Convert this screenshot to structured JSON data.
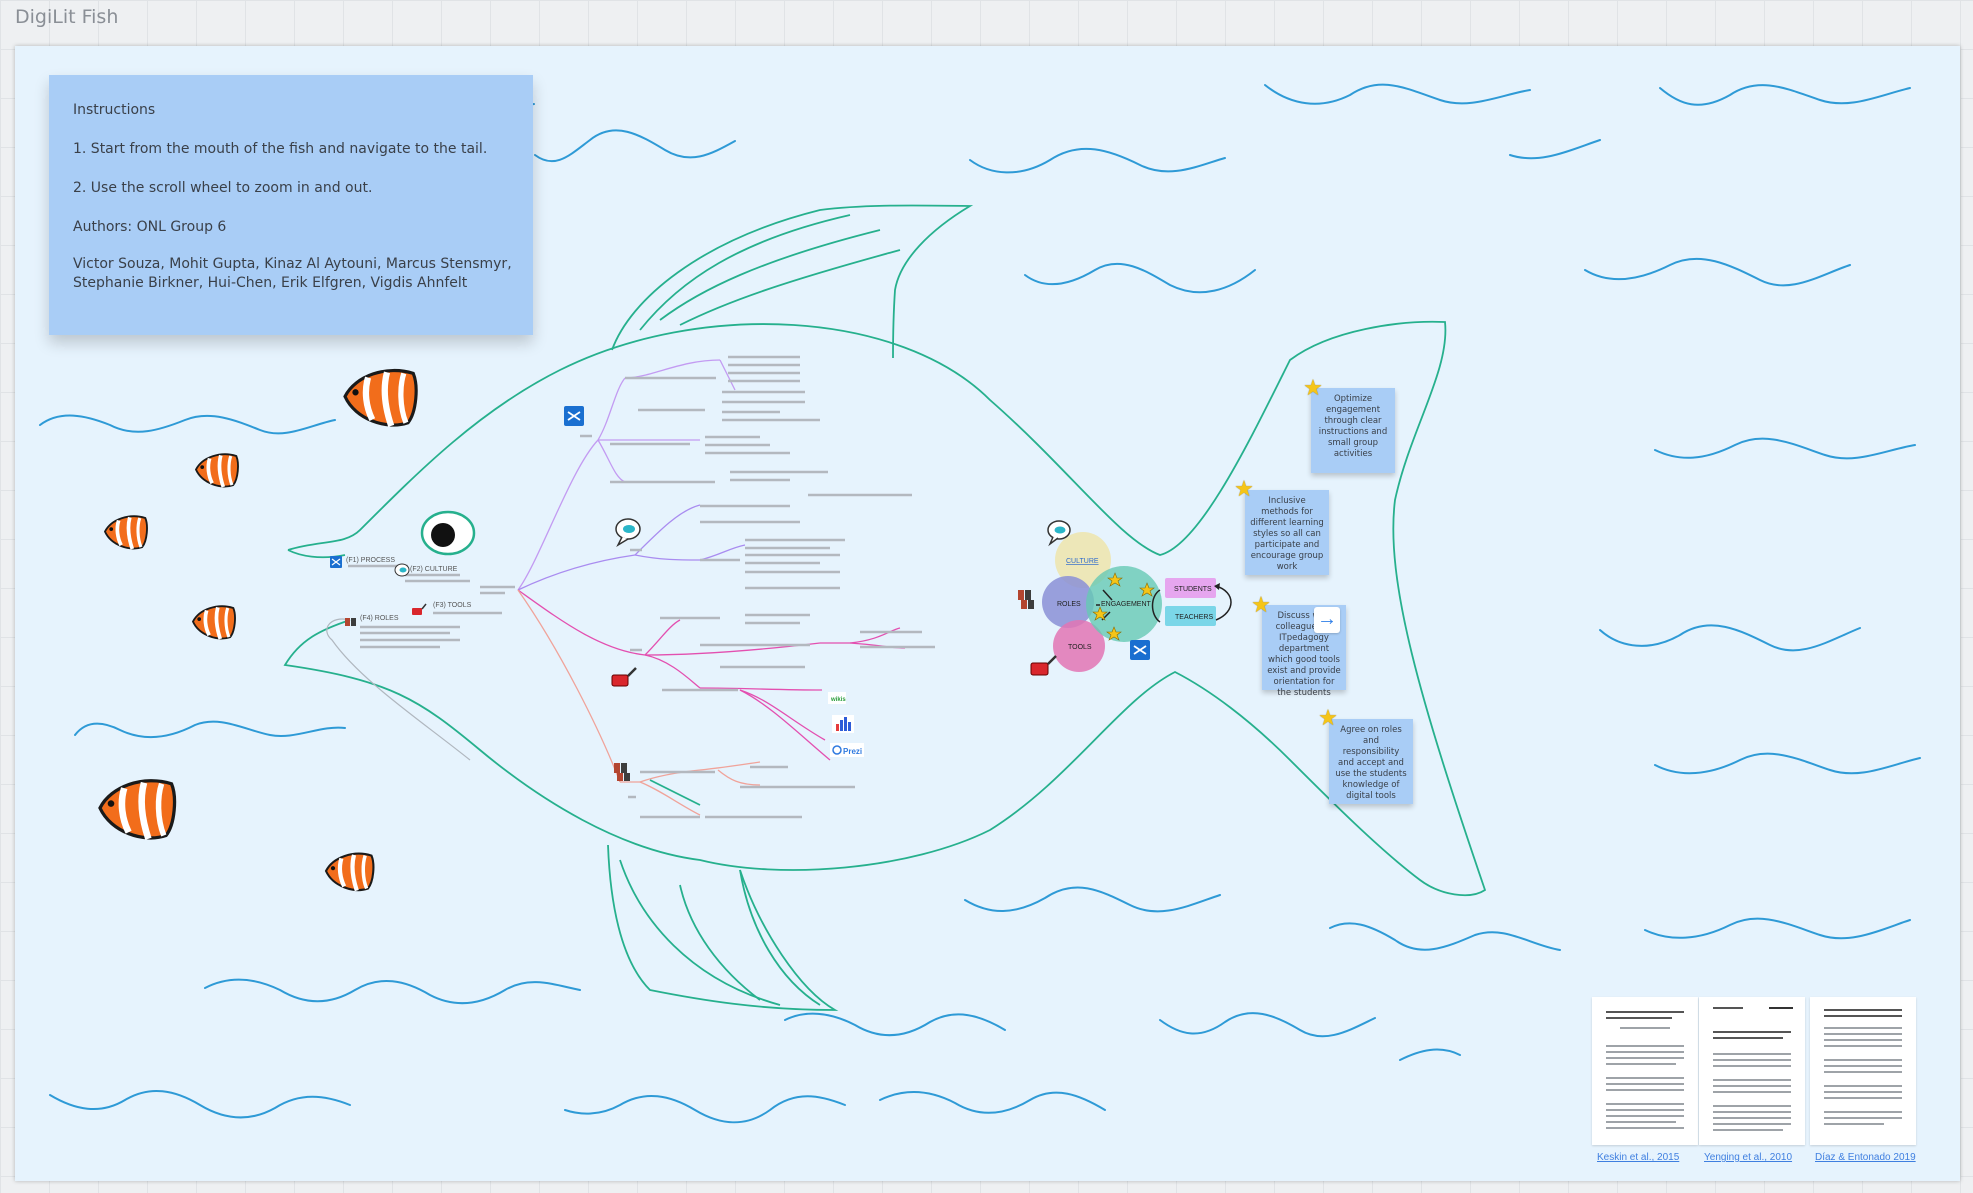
{
  "board": {
    "title": "DigiLit Fish"
  },
  "instructions": {
    "heading": "Instructions",
    "step1": "1. Start from the mouth of the fish and navigate to the tail.",
    "step2": "2. Use the scroll wheel to zoom in and out.",
    "authors_label": "Authors: ONL Group 6",
    "authors_line1": "Victor Souza, Mohit Gupta, Kinaz Al Aytouni, Marcus Stensmyr,",
    "authors_line2": "Stephanie Birkner, Hui-Chen, Erik Elfgren, Vigdis Ahnfelt"
  },
  "mindmap": {
    "process": "(F1) PROCESS",
    "culture": "(F2) CULTURE",
    "tools": "(F3) TOOLS",
    "roles": "(F4) ROLES"
  },
  "diagram": {
    "culture": "CULTURE",
    "roles": "ROLES",
    "engagement": "ENGAGEMENT",
    "tools": "TOOLS",
    "students": "STUDENTS",
    "teachers": "TEACHERS"
  },
  "tools_logos": {
    "wiki": "wikis",
    "prezi": "Prezi"
  },
  "stickies": [
    {
      "text": "Optimize engagement through clear instructions and small group activities"
    },
    {
      "text": "Inclusive methods for different learning styles so all can participate and encourage group work"
    },
    {
      "text": "Discuss with colleagues at ITpedagogy department which good tools exist and provide orientation for the students"
    },
    {
      "text": "Agree on roles and responsibility and accept and use the students knowledge of digital tools"
    }
  ],
  "references": [
    {
      "label": "Keskin et al., 2015"
    },
    {
      "label": "Yenging et al., 2010"
    },
    {
      "label": "Díaz & Entonado 2019"
    }
  ],
  "colors": {
    "frame_bg": "#e6f3fd",
    "note": "#a9cdf6",
    "fish_outline": "#26b08d",
    "waves": "#2e9ad6",
    "clownfish": "#f26d1b",
    "link": "#3f7fe0"
  },
  "icons": [
    "shuffle-icon",
    "chat-bubble-icon",
    "toolbox-icon",
    "people-icon",
    "star-icon",
    "arrow-right-icon",
    "clownfish-icon"
  ]
}
